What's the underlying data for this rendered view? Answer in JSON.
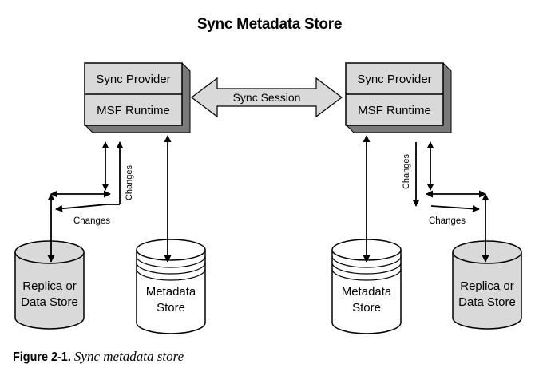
{
  "title": "Sync Metadata Store",
  "left_box": {
    "top_label": "Sync Provider",
    "bottom_label": "MSF Runtime"
  },
  "right_box": {
    "top_label": "Sync Provider",
    "bottom_label": "MSF Runtime"
  },
  "session_label": "Sync Session",
  "left_changes_vertical": "Changes",
  "left_changes_horizontal": "Changes",
  "right_changes_vertical": "Changes",
  "right_changes_horizontal": "Changes",
  "left_replica": {
    "line1": "Replica or",
    "line2": "Data Store"
  },
  "left_metadata": {
    "line1": "Metadata",
    "line2": "Store"
  },
  "right_metadata": {
    "line1": "Metadata",
    "line2": "Store"
  },
  "right_replica": {
    "line1": "Replica or",
    "line2": "Data Store"
  },
  "caption": {
    "figure": "Figure 2-1.",
    "title": "Sync metadata store"
  },
  "colors": {
    "fill_gray": "#d9d9d9",
    "fill_dark": "#808080",
    "line": "#000000"
  }
}
